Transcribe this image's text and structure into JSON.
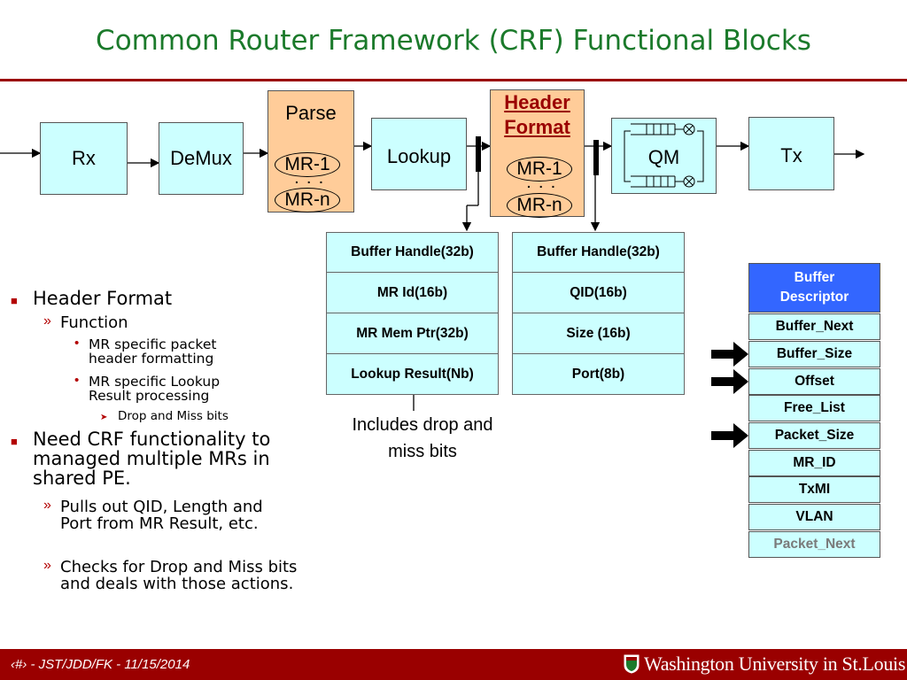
{
  "title": "Common Router Framework (CRF) Functional Blocks",
  "blocks": {
    "rx": "Rx",
    "demux": "DeMux",
    "parse": "Parse",
    "lookup": "Lookup",
    "header_line1": "Header",
    "header_line2": "Format",
    "qm": "QM",
    "tx": "Tx",
    "mr1": "MR-1",
    "mrn": "MR-n",
    "dots": ". . ."
  },
  "table_left": [
    "Buffer Handle(32b)",
    "MR Id(16b)",
    "MR Mem Ptr(32b)",
    "Lookup Result(Nb)"
  ],
  "table_right": [
    "Buffer Handle(32b)",
    "QID(16b)",
    "Size (16b)",
    "Port(8b)"
  ],
  "callout": "Includes drop and miss bits",
  "descriptor": {
    "header": "Buffer Descriptor",
    "fields": [
      "Buffer_Next",
      "Buffer_Size",
      "Offset",
      "Free_List",
      "Packet_Size",
      "MR_ID",
      "TxMI",
      "VLAN",
      "Packet_Next"
    ]
  },
  "bullets": {
    "b1": "Header Format",
    "b1_sub": "Function",
    "b1_i1": "MR specific packet header formatting",
    "b1_i2": "MR specific Lookup Result processing",
    "b1_i2_sub": "Drop and Miss bits",
    "b2": "Need CRF functionality to managed multiple MRs in shared PE.",
    "b2_s1": "Pulls out QID, Length and Port from MR Result, etc.",
    "b2_s2": "Checks for Drop and Miss bits and deals with those actions."
  },
  "footer": {
    "left": "‹#› - JST/JDD/FK - 11/15/2014",
    "univ": "Washington University in St.Louis"
  },
  "colors": {
    "title": "#1b7a2b",
    "accent": "#9a0000",
    "block_fill": "#ccffff",
    "mr_fill": "#ffcc99",
    "descriptor_header": "#3366ff",
    "faded_text": "#7a7a7a"
  }
}
